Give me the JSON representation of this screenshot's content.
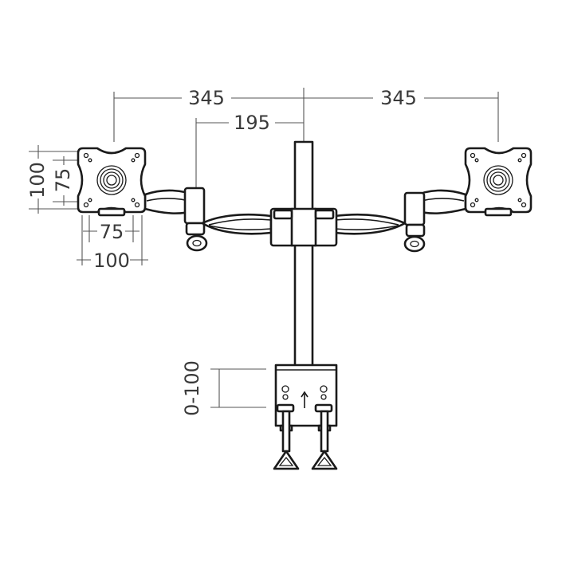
{
  "dimensions": {
    "arm_span_left": "345",
    "arm_span_right": "345",
    "arm_reach": "195",
    "vesa_height_outer": "100",
    "vesa_height_inner": "75",
    "vesa_width_inner": "75",
    "vesa_width_outer": "100",
    "clamp_range": "0-100"
  },
  "colors": {
    "line": "#1a1a1a",
    "dimension": "#555555",
    "background": "#ffffff"
  }
}
